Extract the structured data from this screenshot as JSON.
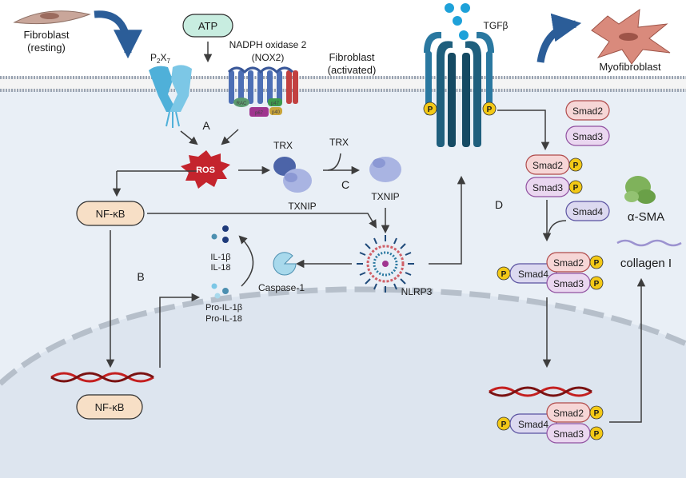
{
  "labels": {
    "fibroblast_resting_1": "Fibroblast",
    "fibroblast_resting_2": "(resting)",
    "atp": "ATP",
    "p2x7_main": "P",
    "p2x7_sub1": "2",
    "p2x7_mid": "X",
    "p2x7_sub2": "7",
    "nox2_1": "NADPH oxidase 2",
    "nox2_2": "(NOX2)",
    "fibroblast_activated_1": "Fibroblast",
    "fibroblast_activated_2": "(activated)",
    "tgfb": "TGFβ",
    "myofibroblast": "Myofibroblast",
    "step_a": "A",
    "step_b": "B",
    "step_c": "C",
    "step_d": "D",
    "ros": "ROS",
    "trx_complex": "TRX",
    "trx_free": "TRX",
    "txnip_complex": "TXNIP",
    "txnip_free": "TXNIP",
    "nfkb_cyto": "NF-κB",
    "nfkb_nuc": "NF-κB",
    "il1b": "IL-1β",
    "il18": "IL-18",
    "caspase1": "Caspase-1",
    "pro_il1b": "Pro-IL-1β",
    "pro_il18": "Pro-IL-18",
    "nlrp3": "NLRP3",
    "smad2": "Smad2",
    "smad3": "Smad3",
    "smad4": "Smad4",
    "p": "P",
    "asma": "α-SMA",
    "collagen": "collagen I",
    "nox_rac": "RAC",
    "nox_p47": "p47",
    "nox_p67": "p67",
    "nox_p40": "p40"
  },
  "colors": {
    "membrane": "#9ca6b4",
    "cell_interior": "#e9eff6",
    "nucleus": "#dfe6f0",
    "ros": "#c4242d",
    "nfkb_fill": "#f7dfc6",
    "smad2_fill": "#f6d6d6",
    "smad3_fill": "#ead7f0",
    "smad4_fill": "#dcd9f0",
    "phospho": "#f3c916",
    "dna": "#c41f1f",
    "tgf_receptor": "#1f5f7d",
    "tgf_ligand": "#1ea1d9",
    "atp_fill": "#c8ede0",
    "p2x7": "#4fb0d9",
    "nox_blue": "#4d6fb5",
    "nox_red": "#c24040",
    "asma": "#7fb25b",
    "arrow": "#3d3d3d"
  }
}
